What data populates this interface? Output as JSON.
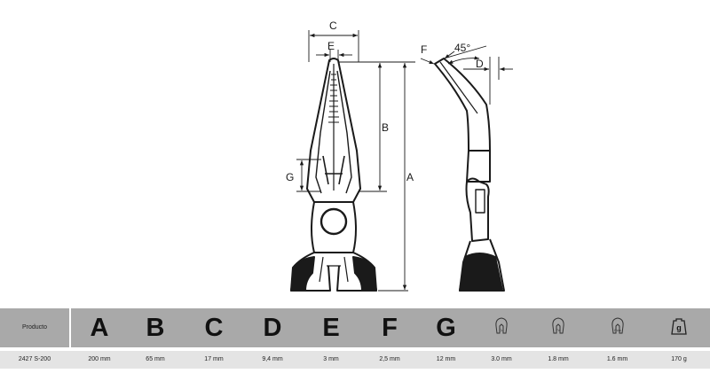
{
  "drawing": {
    "labels": {
      "A": "A",
      "B": "B",
      "C": "C",
      "D": "D",
      "E": "E",
      "F": "F",
      "G": "G",
      "angle": "45°"
    }
  },
  "table": {
    "product_header": "Producto",
    "product_code": "2427 S-200",
    "columns": [
      {
        "header": "A",
        "kind": "letter",
        "value": "200 mm"
      },
      {
        "header": "B",
        "kind": "letter",
        "value": "65 mm"
      },
      {
        "header": "C",
        "kind": "letter",
        "value": "17 mm"
      },
      {
        "header": "D",
        "kind": "letter",
        "value": "9,4 mm"
      },
      {
        "header": "E",
        "kind": "letter",
        "value": "3 mm"
      },
      {
        "header": "F",
        "kind": "letter",
        "value": "2,5 mm"
      },
      {
        "header": "G",
        "kind": "letter",
        "value": "12 mm"
      },
      {
        "header": "Cu",
        "kind": "cutter",
        "icon": "cutter-cu-icon",
        "value": "3.0 mm"
      },
      {
        "header": "Fe",
        "kind": "cutter",
        "icon": "cutter-fe-icon",
        "value": "1.8 mm"
      },
      {
        "header": "Pcw",
        "kind": "cutter",
        "icon": "cutter-pcw-icon",
        "value": "1.6 mm"
      },
      {
        "header": "g",
        "kind": "weight",
        "icon": "weight-icon",
        "value": "170 g"
      }
    ]
  },
  "colors": {
    "header_bg": "#a9a9a9",
    "value_bg": "#e4e4e4",
    "ink": "#1a1a1a"
  }
}
